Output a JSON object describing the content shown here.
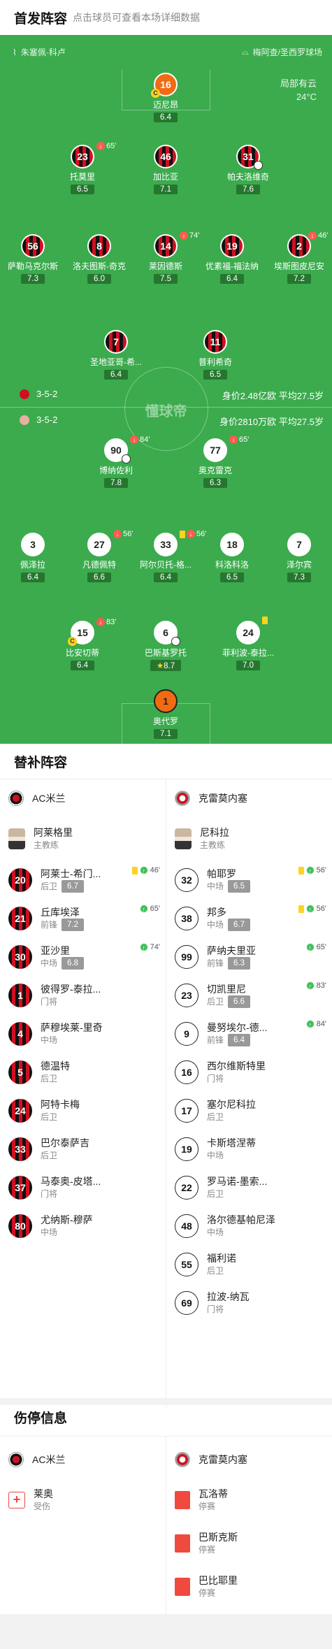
{
  "header": {
    "title": "首发阵容",
    "subtitle": "点击球员可查看本场详细数据"
  },
  "match": {
    "referee": "朱塞佩·科卢",
    "venue": "梅阿查/圣西罗球场",
    "weather": "局部有云",
    "temperature": "24°C"
  },
  "watermark": "懂球帝",
  "crem": {
    "gk": {
      "num": "16",
      "name": "迈尼昂",
      "rating": "6.4",
      "captain": "C"
    },
    "def": [
      {
        "num": "23",
        "name": "托莫里",
        "rating": "6.5",
        "sub": "65'"
      },
      {
        "num": "46",
        "name": "加比亚",
        "rating": "7.1"
      },
      {
        "num": "31",
        "name": "帕夫洛维奇",
        "rating": "7.6"
      }
    ],
    "mid": [
      {
        "num": "56",
        "name": "萨勒马克尔斯",
        "rating": "7.3"
      },
      {
        "num": "8",
        "name": "洛夫图斯-奇克",
        "rating": "6.0"
      },
      {
        "num": "14",
        "name": "莱因德斯",
        "rating": "7.5",
        "sub": "74'"
      },
      {
        "num": "19",
        "name": "优素福-福法纳",
        "rating": "6.4"
      },
      {
        "num": "2",
        "name": "埃斯图皮尼安",
        "rating": "7.2",
        "sub": "46'"
      }
    ],
    "fwd": [
      {
        "num": "7",
        "name": "圣地亚哥-希...",
        "rating": "6.4"
      },
      {
        "num": "11",
        "name": "普利希奇",
        "rating": "6.5"
      }
    ]
  },
  "formation_milan": {
    "system": "3-5-2",
    "value": "身价2.48亿欧 平均27.5岁"
  },
  "formation_crem": {
    "system": "3-5-2",
    "value": "身价2810万欧 平均27.5岁"
  },
  "cremonese": {
    "fwd": [
      {
        "num": "90",
        "name": "博纳佐利",
        "rating": "7.8",
        "sub": "84'"
      },
      {
        "num": "77",
        "name": "奥克雷克",
        "rating": "6.3",
        "sub": "65'"
      }
    ],
    "mid": [
      {
        "num": "3",
        "name": "佩泽拉",
        "rating": "6.4"
      },
      {
        "num": "27",
        "name": "凡德佩特",
        "rating": "6.6",
        "sub": "56'"
      },
      {
        "num": "33",
        "name": "阿尔贝托-格...",
        "rating": "6.4",
        "sub": "56'"
      },
      {
        "num": "18",
        "name": "科洛科洛",
        "rating": "6.5"
      },
      {
        "num": "7",
        "name": "泽尔宾",
        "rating": "7.3"
      }
    ],
    "def": [
      {
        "num": "15",
        "name": "比安切蒂",
        "rating": "6.4",
        "sub": "83'"
      },
      {
        "num": "6",
        "name": "巴斯基罗托",
        "rating": "8.7"
      },
      {
        "num": "24",
        "name": "菲利波-泰拉...",
        "rating": "7.0"
      }
    ],
    "gk": {
      "num": "1",
      "name": "奥代罗",
      "rating": "7.1"
    }
  },
  "subs_title": "替补阵容",
  "teams": {
    "home": "AC米兰",
    "away": "克雷莫内塞"
  },
  "coaches": {
    "home": {
      "name": "阿莱格里",
      "role": "主教练"
    },
    "away": {
      "name": "尼科拉",
      "role": "主教练"
    }
  },
  "subs_home": [
    {
      "num": "20",
      "name": "阿莱士-希门...",
      "pos": "后卫",
      "rating": "6.7",
      "ev": "46'"
    },
    {
      "num": "21",
      "name": "丘库埃泽",
      "pos": "前锋",
      "rating": "7.2",
      "ev": "65'"
    },
    {
      "num": "30",
      "name": "亚沙里",
      "pos": "中场",
      "rating": "6.8",
      "ev": "74'"
    },
    {
      "num": "1",
      "name": "彼得罗-泰拉...",
      "pos": "门将"
    },
    {
      "num": "4",
      "name": "萨穆埃莱-里奇",
      "pos": "中场"
    },
    {
      "num": "5",
      "name": "德温特",
      "pos": "后卫"
    },
    {
      "num": "24",
      "name": "阿特卡梅",
      "pos": "后卫"
    },
    {
      "num": "33",
      "name": "巴尔泰萨吉",
      "pos": "后卫"
    },
    {
      "num": "37",
      "name": "马泰奥-皮塔...",
      "pos": "门将"
    },
    {
      "num": "80",
      "name": "尤纳斯-穆萨",
      "pos": "中场"
    }
  ],
  "subs_away": [
    {
      "num": "32",
      "name": "帕耶罗",
      "pos": "中场",
      "rating": "6.5",
      "ev": "56'"
    },
    {
      "num": "38",
      "name": "邦多",
      "pos": "中场",
      "rating": "6.7",
      "ev": "56'"
    },
    {
      "num": "99",
      "name": "萨纳夫里亚",
      "pos": "前锋",
      "rating": "6.3",
      "ev": "65'"
    },
    {
      "num": "23",
      "name": "切凯里尼",
      "pos": "后卫",
      "rating": "6.6",
      "ev": "83'"
    },
    {
      "num": "9",
      "name": "曼努埃尔-德...",
      "pos": "前锋",
      "rating": "6.4",
      "ev": "84'"
    },
    {
      "num": "16",
      "name": "西尔维斯特里",
      "pos": "门将"
    },
    {
      "num": "17",
      "name": "塞尔尼科拉",
      "pos": "后卫"
    },
    {
      "num": "19",
      "name": "卡斯塔涅蒂",
      "pos": "中场"
    },
    {
      "num": "22",
      "name": "罗马诺-墨索...",
      "pos": "后卫"
    },
    {
      "num": "48",
      "name": "洛尔德基帕尼泽",
      "pos": "中场"
    },
    {
      "num": "55",
      "name": "福利诺",
      "pos": "后卫"
    },
    {
      "num": "69",
      "name": "拉波-纳瓦",
      "pos": "门将"
    }
  ],
  "injury_title": "伤停信息",
  "injury_home": [
    {
      "name": "莱奥",
      "status": "受伤"
    }
  ],
  "injury_away": [
    {
      "name": "瓦洛蒂",
      "status": "停赛"
    },
    {
      "name": "巴斯克斯",
      "status": "停赛"
    },
    {
      "name": "巴比耶里",
      "status": "停赛"
    }
  ]
}
